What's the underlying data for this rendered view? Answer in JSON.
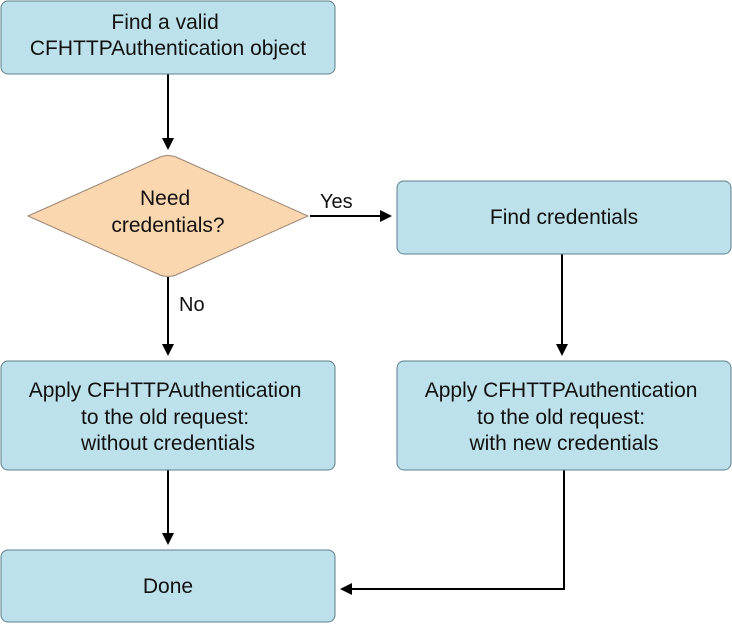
{
  "colors": {
    "process_fill": "#bde1ea",
    "decision_fill": "#fbd7b0",
    "line": "#000000"
  },
  "nodes": {
    "find_auth": {
      "lines": [
        "Find a valid",
        "CFHTTPAuthentication object"
      ]
    },
    "need_credentials": {
      "lines": [
        "Need",
        "credentials?"
      ]
    },
    "find_credentials": {
      "lines": [
        "Find credentials"
      ]
    },
    "apply_without": {
      "lines": [
        "Apply CFHTTPAuthentication",
        "to the old request:",
        "without credentials"
      ]
    },
    "apply_with": {
      "lines": [
        "Apply CFHTTPAuthentication",
        "to the old request:",
        "with new credentials"
      ]
    },
    "done": {
      "lines": [
        "Done"
      ]
    }
  },
  "edges": {
    "yes_label": "Yes",
    "no_label": "No"
  }
}
